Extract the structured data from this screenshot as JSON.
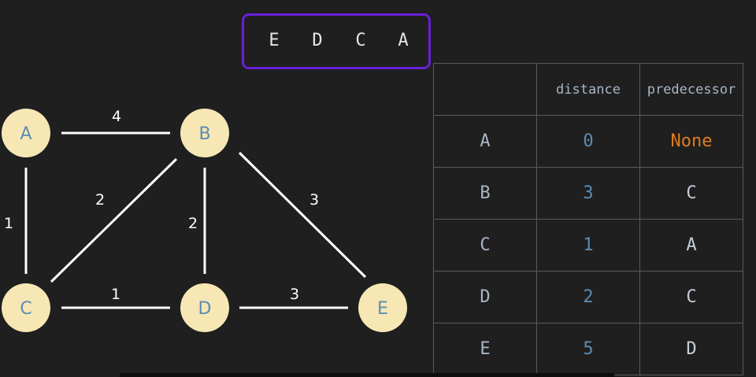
{
  "path": {
    "letters": [
      "E",
      "D",
      "C",
      "A"
    ]
  },
  "graph": {
    "nodes": [
      "A",
      "B",
      "C",
      "D",
      "E"
    ],
    "edges": [
      {
        "from": "A",
        "to": "B",
        "weight": "4"
      },
      {
        "from": "A",
        "to": "C",
        "weight": "1"
      },
      {
        "from": "C",
        "to": "B",
        "weight": "2"
      },
      {
        "from": "B",
        "to": "D",
        "weight": "2"
      },
      {
        "from": "B",
        "to": "E",
        "weight": "3"
      },
      {
        "from": "C",
        "to": "D",
        "weight": "1"
      },
      {
        "from": "D",
        "to": "E",
        "weight": "3"
      }
    ],
    "node_color": "#f7e7b4",
    "label_color": "#5a8db5",
    "edge_color": "#ffffff"
  },
  "table": {
    "headers": [
      "",
      "distance",
      "predecessor"
    ],
    "rows": [
      {
        "name": "A",
        "distance": "0",
        "predecessor": "None"
      },
      {
        "name": "B",
        "distance": "3",
        "predecessor": "C"
      },
      {
        "name": "C",
        "distance": "1",
        "predecessor": "A"
      },
      {
        "name": "D",
        "distance": "2",
        "predecessor": "C"
      },
      {
        "name": "E",
        "distance": "5",
        "predecessor": "D"
      }
    ],
    "highlight_color": "#e07b1f"
  },
  "accent": "#6a1fd8"
}
